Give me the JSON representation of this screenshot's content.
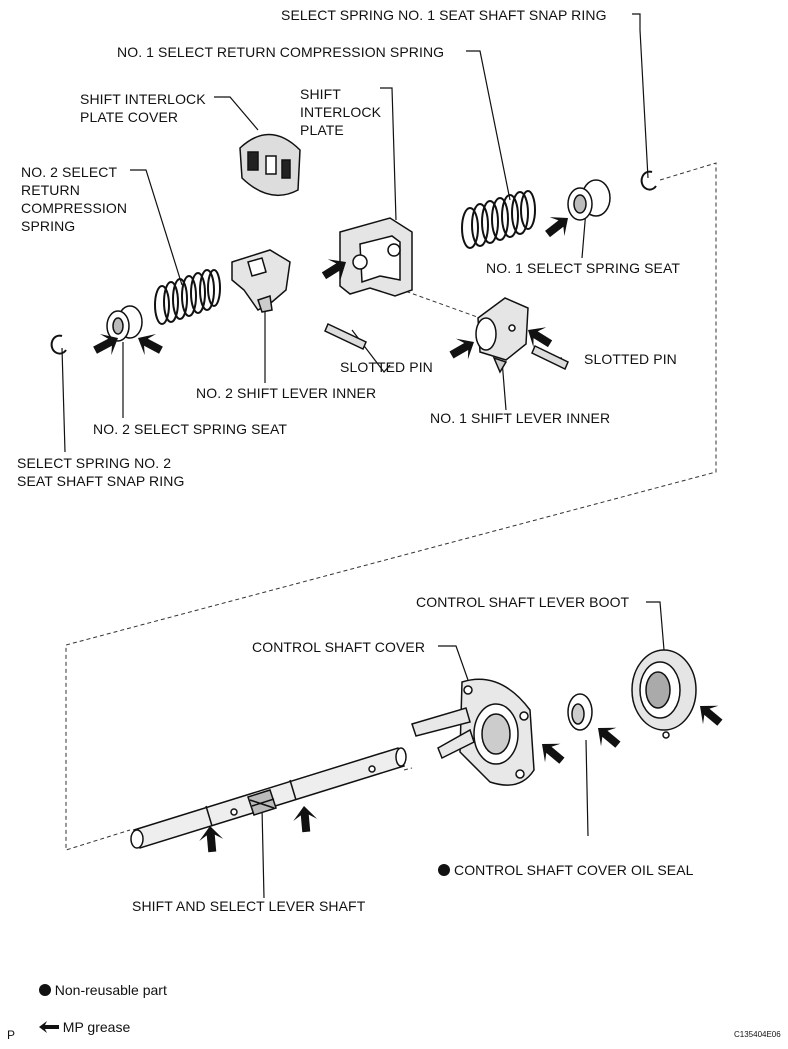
{
  "labels": {
    "select_spring_no1_snap_ring": "SELECT SPRING NO. 1 SEAT SHAFT SNAP RING",
    "no1_select_return_spring": "NO. 1 SELECT RETURN COMPRESSION SPRING",
    "shift_interlock_plate_cover": "SHIFT INTERLOCK\nPLATE COVER",
    "shift_interlock_plate": "SHIFT\nINTERLOCK\nPLATE",
    "no2_select_return_spring": "NO. 2 SELECT\nRETURN\nCOMPRESSION\nSPRING",
    "no1_select_spring_seat": "NO. 1 SELECT SPRING SEAT",
    "slotted_pin_a": "SLOTTED PIN",
    "slotted_pin_b": "SLOTTED PIN",
    "no2_shift_lever_inner": "NO. 2 SHIFT LEVER INNER",
    "no1_shift_lever_inner": "NO. 1 SHIFT LEVER INNER",
    "no2_select_spring_seat": "NO. 2 SELECT SPRING SEAT",
    "select_spring_no2_snap_ring": "SELECT SPRING NO. 2\nSEAT SHAFT SNAP RING",
    "control_shaft_lever_boot": "CONTROL SHAFT LEVER BOOT",
    "control_shaft_cover": "CONTROL SHAFT COVER",
    "control_shaft_cover_oil_seal": "CONTROL SHAFT COVER OIL SEAL",
    "shift_select_lever_shaft": "SHIFT AND SELECT LEVER SHAFT"
  },
  "legend": {
    "non_reusable": "Non-reusable part",
    "mp_grease": "MP grease"
  },
  "footer": {
    "page_letter": "P",
    "figure_code": "C135404E06"
  },
  "icons": {
    "non_reusable": "filled-circle-icon",
    "grease": "black-arrow-icon"
  }
}
